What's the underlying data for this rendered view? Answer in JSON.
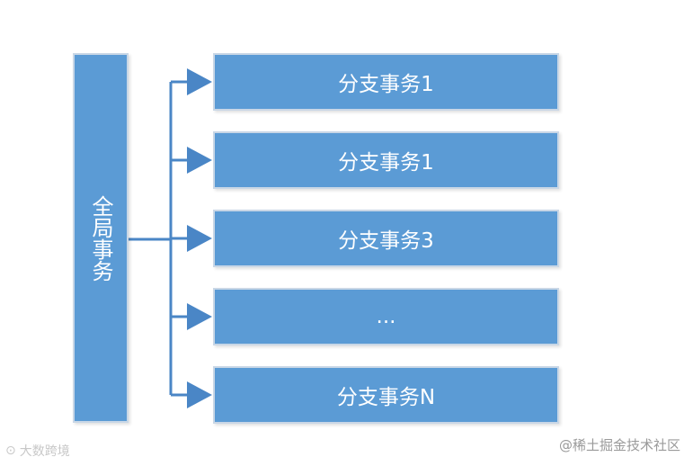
{
  "diagram": {
    "global_label": "全局事务",
    "branches": [
      {
        "label": "分支事务1"
      },
      {
        "label": "分支事务1"
      },
      {
        "label": "分支事务3"
      },
      {
        "label": "..."
      },
      {
        "label": "分支事务N"
      }
    ],
    "colors": {
      "box_fill": "#5b9bd5",
      "box_border": "#c9d7e6",
      "connector": "#4a86c6"
    }
  },
  "watermarks": {
    "left_icon": "camera-logo-icon",
    "left_text": "大数跨境",
    "right_text": "@稀土掘金技术社区"
  }
}
